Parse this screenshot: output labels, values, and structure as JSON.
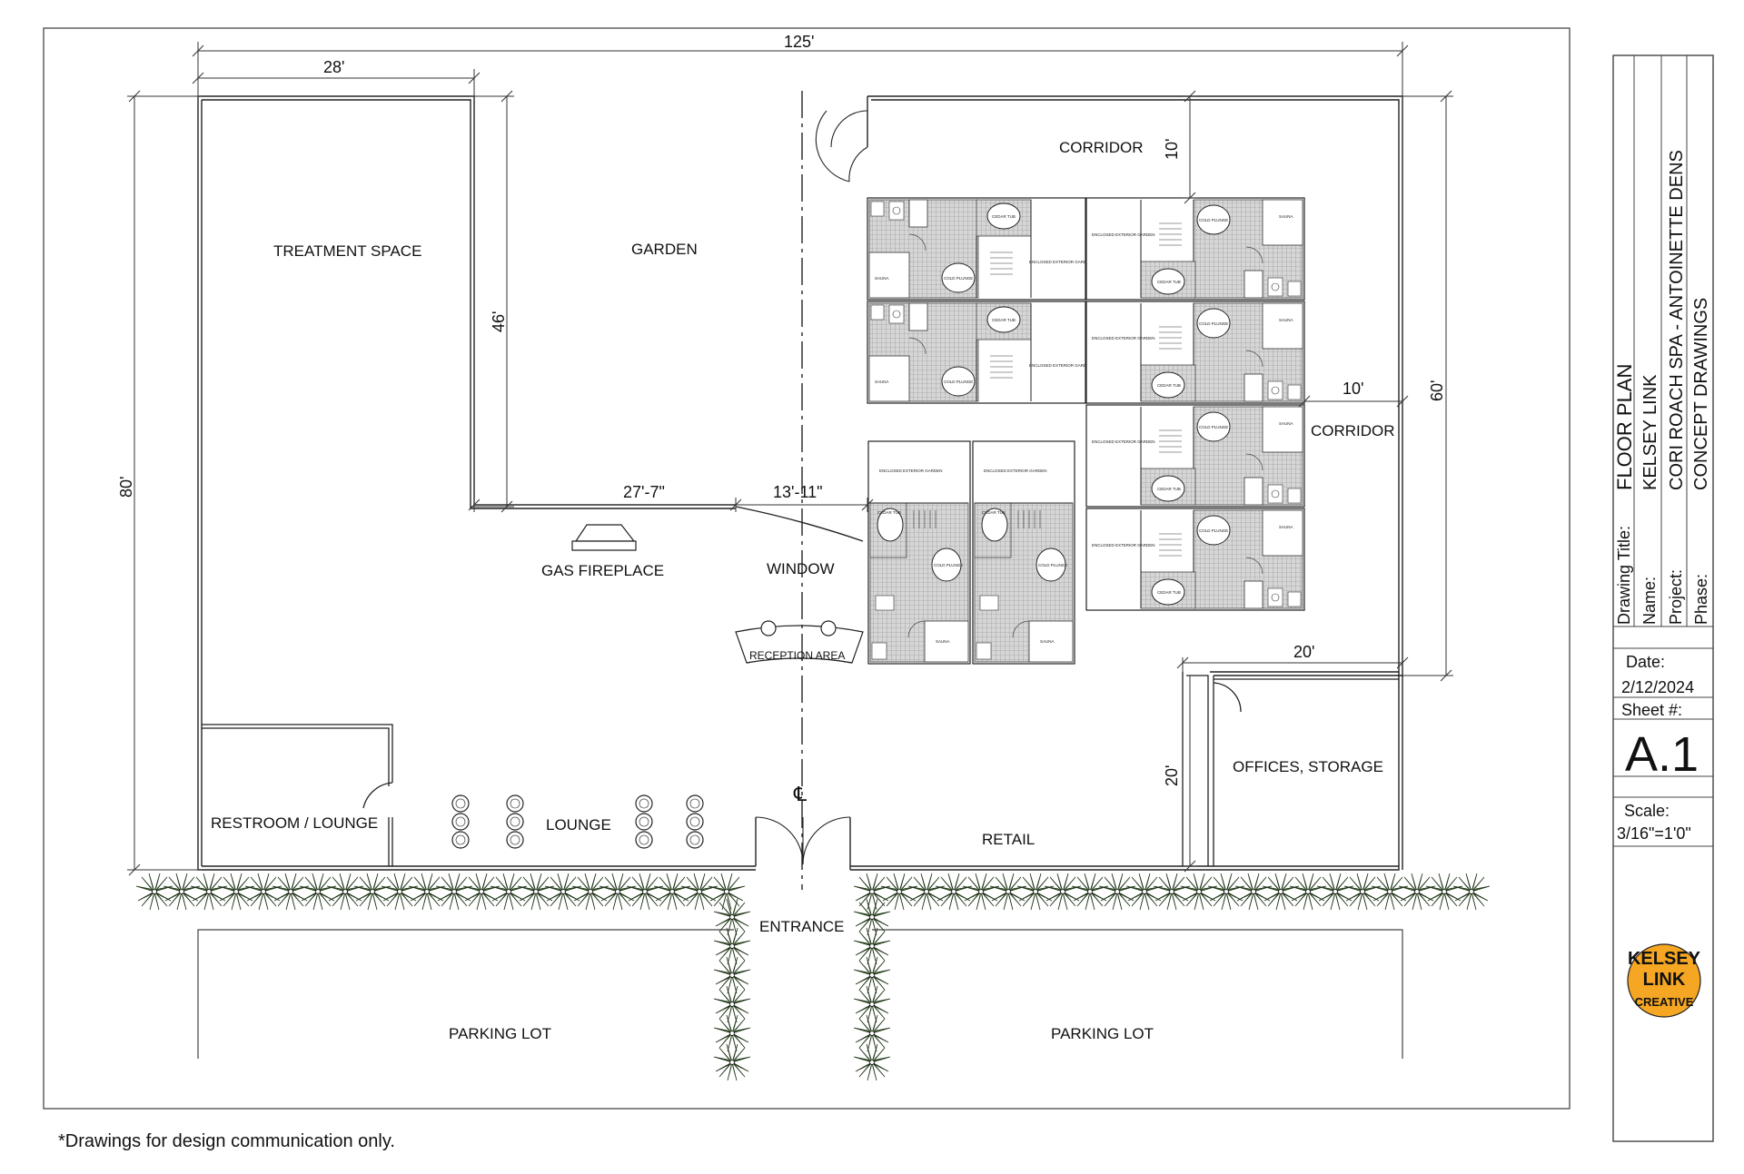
{
  "dimensions": {
    "overall_width": "125'",
    "treatment_width": "28'",
    "overall_depth": "80'",
    "garden_depth": "46'",
    "corridor_top": "10'",
    "right_depth": "60'",
    "corridor_right": "10'",
    "wall_27": "27'-7\"",
    "wall_13": "13'-11\"",
    "office_width": "20'",
    "office_depth": "20'"
  },
  "rooms": {
    "treatment_space": "TREATMENT SPACE",
    "garden": "GARDEN",
    "corridor_top": "CORRIDOR",
    "corridor_right": "CORRIDOR",
    "gas_fireplace": "GAS FIREPLACE",
    "window": "WINDOW",
    "reception_area": "RECEPTION AREA",
    "offices_storage": "OFFICES, STORAGE",
    "restroom_lounge": "RESTROOM / LOUNGE",
    "lounge": "LOUNGE",
    "retail": "RETAIL",
    "entrance": "ENTRANCE",
    "parking_left": "PARKING LOT",
    "parking_right": "PARKING LOT"
  },
  "den_labels": {
    "cedar_tub": "CEDAR TUB",
    "cold_plunge": "COLD PLUNGE",
    "sauna": "SAUNA",
    "enclosed_garden": "ENCLOSED EXTERIOR GARDEN"
  },
  "centerline_symbol": "℄",
  "title_block": {
    "drawing_title_label": "Drawing Title:",
    "drawing_title": "FLOOR PLAN",
    "name_label": "Name:",
    "name": "KELSEY LINK",
    "project_label": "Project:",
    "project": "CORI ROACH SPA - ANTOINETTE DENS",
    "phase_label": "Phase:",
    "phase": "CONCEPT DRAWINGS",
    "date_label": "Date:",
    "date": "2/12/2024",
    "sheet_label": "Sheet #:",
    "sheet": "A.1",
    "scale_label": "Scale:",
    "scale": "3/16\"=1'0\""
  },
  "logo": {
    "line1": "KELSEY",
    "line2": "LINK",
    "line3": "CREATIVE",
    "color": "#f5a623"
  },
  "disclaimer": "*Drawings for design communication only."
}
